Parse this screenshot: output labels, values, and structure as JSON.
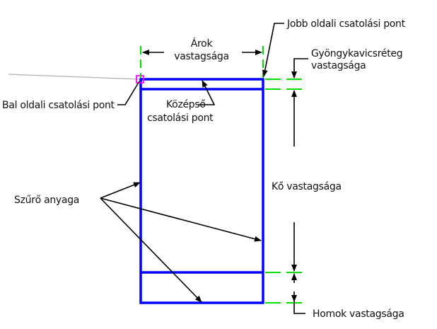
{
  "labels": {
    "trench_width": [
      "Árok",
      "vastagsága"
    ],
    "right_attach": "Jobb oldali csatolási pont",
    "gravel_thickness": [
      "Gyöngykavicsréteg",
      "vastagsága"
    ],
    "left_attach": "Bal oldali csatolási pont",
    "middle_attach": [
      "Középső",
      "csatolási pont"
    ],
    "stone_thickness": "Kő vastagsága",
    "filter_material": "Szűrő anyaga",
    "sand_thickness": "Homok vastagsága"
  },
  "colors": {
    "outline": "#0000ff",
    "dimension": "#00e000",
    "attach_marker": "#ff00ff",
    "baseline": "#b0b0b0"
  }
}
